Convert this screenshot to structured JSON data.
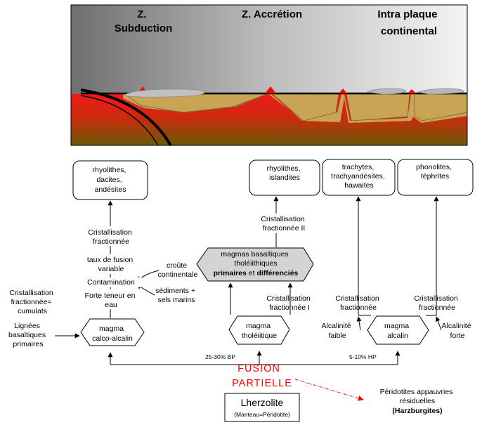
{
  "zones": {
    "subduction": [
      "Z.",
      "Subduction"
    ],
    "accretion": "Z. Accrétion",
    "intraplaque": [
      "Intra plaque",
      "continental"
    ]
  },
  "boxes": {
    "rhyolithes_dacites": [
      "rhyolithes,",
      "dacites,",
      "andésites"
    ],
    "rhyolithes_islandites": [
      "rhyolithes,",
      "islandites"
    ],
    "trachytes": [
      "trachytes,",
      "trachyandésites,",
      "hawaites"
    ],
    "phonolites": [
      "phonolites,",
      "téphrites"
    ],
    "magma_calco": [
      "magma",
      "calco-alcalin"
    ],
    "magma_tholeiitique": [
      "magma",
      "tholéiitique"
    ],
    "magma_alcalin": [
      "magma",
      "alcalin"
    ],
    "magmas_basaltiques": {
      "l1": "magmas basaltiques",
      "l2": "tholéiithiques",
      "l3a": "primaires",
      "l3b": " et ",
      "l3c": "différenciés"
    }
  },
  "labels": {
    "crist_fract_left": [
      "Cristallisation",
      "fractionnée"
    ],
    "taux_fusion": [
      "taux de fusion",
      "variable"
    ],
    "contamination": "Contamination",
    "forte_teneur": [
      "Forte teneur en",
      "eau"
    ],
    "croute": [
      "croûte",
      "continentale"
    ],
    "sediments": [
      "sédiments +",
      "sels marins"
    ],
    "crist_cumulats": [
      "Cristallisation",
      "fractionnée=",
      "cumulats"
    ],
    "lignees": [
      "Lignées",
      "basaltiques",
      "primaires"
    ],
    "crist_II": [
      "Cristallisation",
      "fractionnée II"
    ],
    "crist_I": [
      "Cristallisation",
      "fractionnée I"
    ],
    "crist_alc1": [
      "Cristallisation",
      "fractionnée"
    ],
    "crist_alc2": [
      "Cristallisation",
      "fractionnée"
    ],
    "alc_faible": [
      "Alcalinité",
      "faible"
    ],
    "alc_forte": [
      "Alcalinité",
      "forte"
    ],
    "bp": "25-30% BP",
    "hp": "5-10% HP",
    "fusion": [
      "FUSION",
      "PARTIELLE"
    ],
    "peridotites": [
      "Péridotites appauvries",
      "résiduelles"
    ],
    "harzburgites": "(Harzburgites)",
    "lherzolite": "Lherzolite",
    "manteau": "(Manteau=Péridotite)"
  }
}
